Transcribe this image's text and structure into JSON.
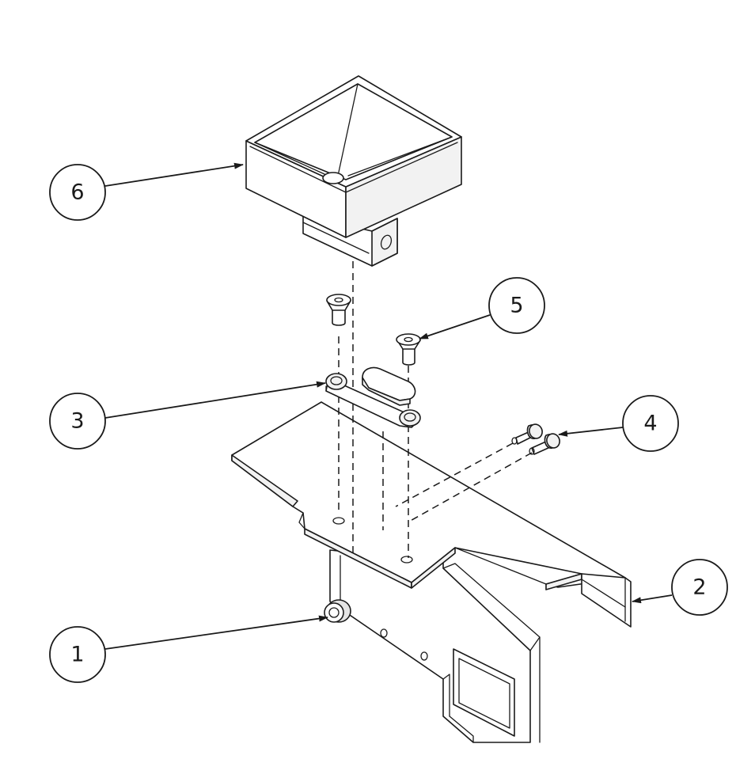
{
  "diagram": {
    "type": "exploded-assembly",
    "line_color": "#1a1a1a",
    "background": "#ffffff",
    "balloons": [
      {
        "label": "1",
        "part": "standoff-bushing"
      },
      {
        "label": "2",
        "part": "mounting-bracket"
      },
      {
        "label": "3",
        "part": "slotted-washer-plate"
      },
      {
        "label": "4",
        "part": "socket-cap-screws"
      },
      {
        "label": "5",
        "part": "flat-head-screws"
      },
      {
        "label": "6",
        "part": "hopper-funnel"
      }
    ]
  }
}
